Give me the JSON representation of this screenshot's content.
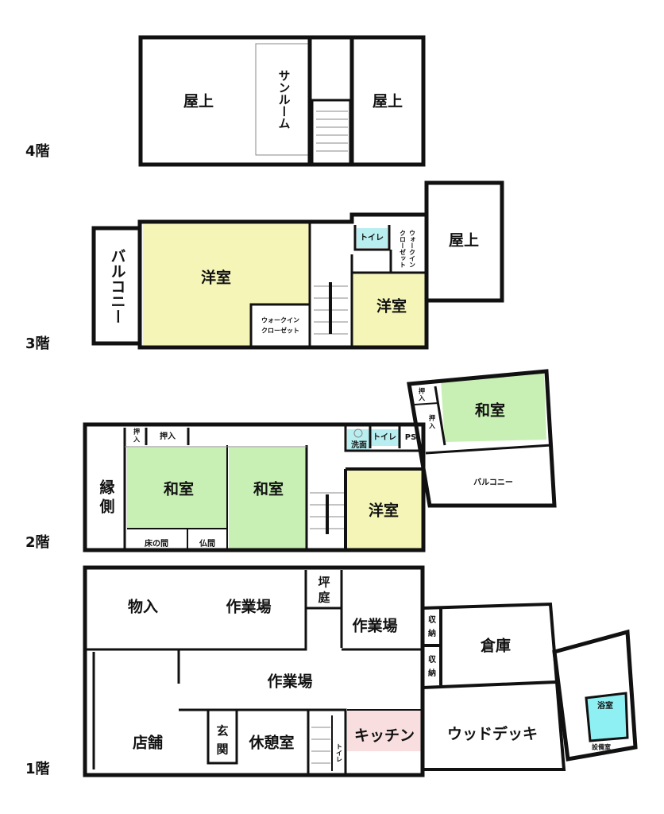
{
  "colors": {
    "yoshitsu": "#f5f5b8",
    "washitsu": "#c8f0b4",
    "toilet": "#b8eef0",
    "kitchen": "#f8dede",
    "bath": "#8ff0f4",
    "wall": "#111111"
  },
  "floor4": {
    "label": "4階",
    "rooftop_left": "屋上",
    "sunroom": "サンルーム",
    "rooftop_right": "屋上"
  },
  "floor3": {
    "label": "3階",
    "balcony": "バルコニー",
    "western_room_main": "洋室",
    "walkin_closet": "ウォークインクローゼット",
    "walkin_closet_line1": "ウォークイン",
    "walkin_closet_line2": "クローゼット",
    "toilet": "トイレ",
    "walkin_closet_small_line1": "ウォークイン",
    "walkin_closet_small_line2": "クローゼット",
    "western_room_small": "洋室",
    "rooftop": "屋上"
  },
  "floor2": {
    "label": "2階",
    "engawa_1": "縁",
    "engawa_2": "側",
    "oshiire_small_1": "押",
    "oshiire_small_2": "入",
    "oshiire": "押入",
    "washitsu_1": "和室",
    "washitsu_2": "和室",
    "tokonoma": "床の間",
    "butsuma": "仏間",
    "senmen": "洗面",
    "toilet": "トイレ",
    "ps": "PS",
    "western_room": "洋室",
    "annex_oshiire_a1": "押",
    "annex_oshiire_a2": "入",
    "annex_oshiire_b1": "押",
    "annex_oshiire_b2": "入",
    "annex_washitsu": "和室",
    "balcony": "バルコニー"
  },
  "floor1": {
    "label": "1階",
    "monoire": "物入",
    "workshop_1": "作業場",
    "tsuboniwa_1": "坪",
    "tsuboniwa_2": "庭",
    "workshop_2": "作業場",
    "workshop_3": "作業場",
    "store": "店舗",
    "genkan_1": "玄",
    "genkan_2": "関",
    "lounge": "休憩室",
    "toilet": "トイレ",
    "kitchen": "キッチン",
    "storage_1a": "収",
    "storage_1b": "納",
    "storage_2a": "収",
    "storage_2b": "納",
    "warehouse": "倉庫",
    "wood_deck": "ウッドデッキ",
    "bathroom": "浴室",
    "equipment_room": "設備室"
  }
}
